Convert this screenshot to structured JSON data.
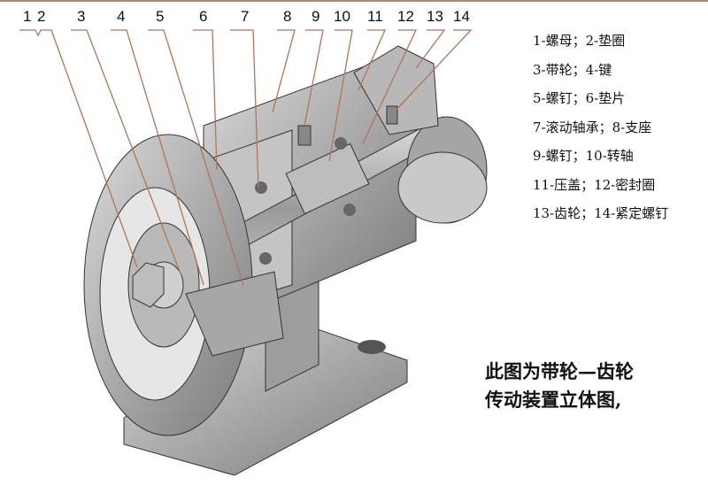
{
  "part_numbers": [
    "1",
    "2",
    "3",
    "4",
    "5",
    "6",
    "7",
    "8",
    "9",
    "10",
    "11",
    "12",
    "13",
    "14"
  ],
  "legend": [
    "1-螺母；2-垫圈",
    "3-带轮；4-键",
    "5-螺钉；6-垫片",
    "7-滚动轴承；8-支座",
    "9-螺钉；10-转轴",
    "11-压盖；12-密封圈",
    "13-齿轮；14-紧定螺钉"
  ],
  "caption": [
    "此图为带轮—齿轮",
    "传动装置立体图,"
  ],
  "colors": {
    "leader": "#b5735a",
    "metal": "#a9a9a9",
    "metal_dark": "#6e6e6e",
    "metal_light": "#d4d4d4"
  }
}
